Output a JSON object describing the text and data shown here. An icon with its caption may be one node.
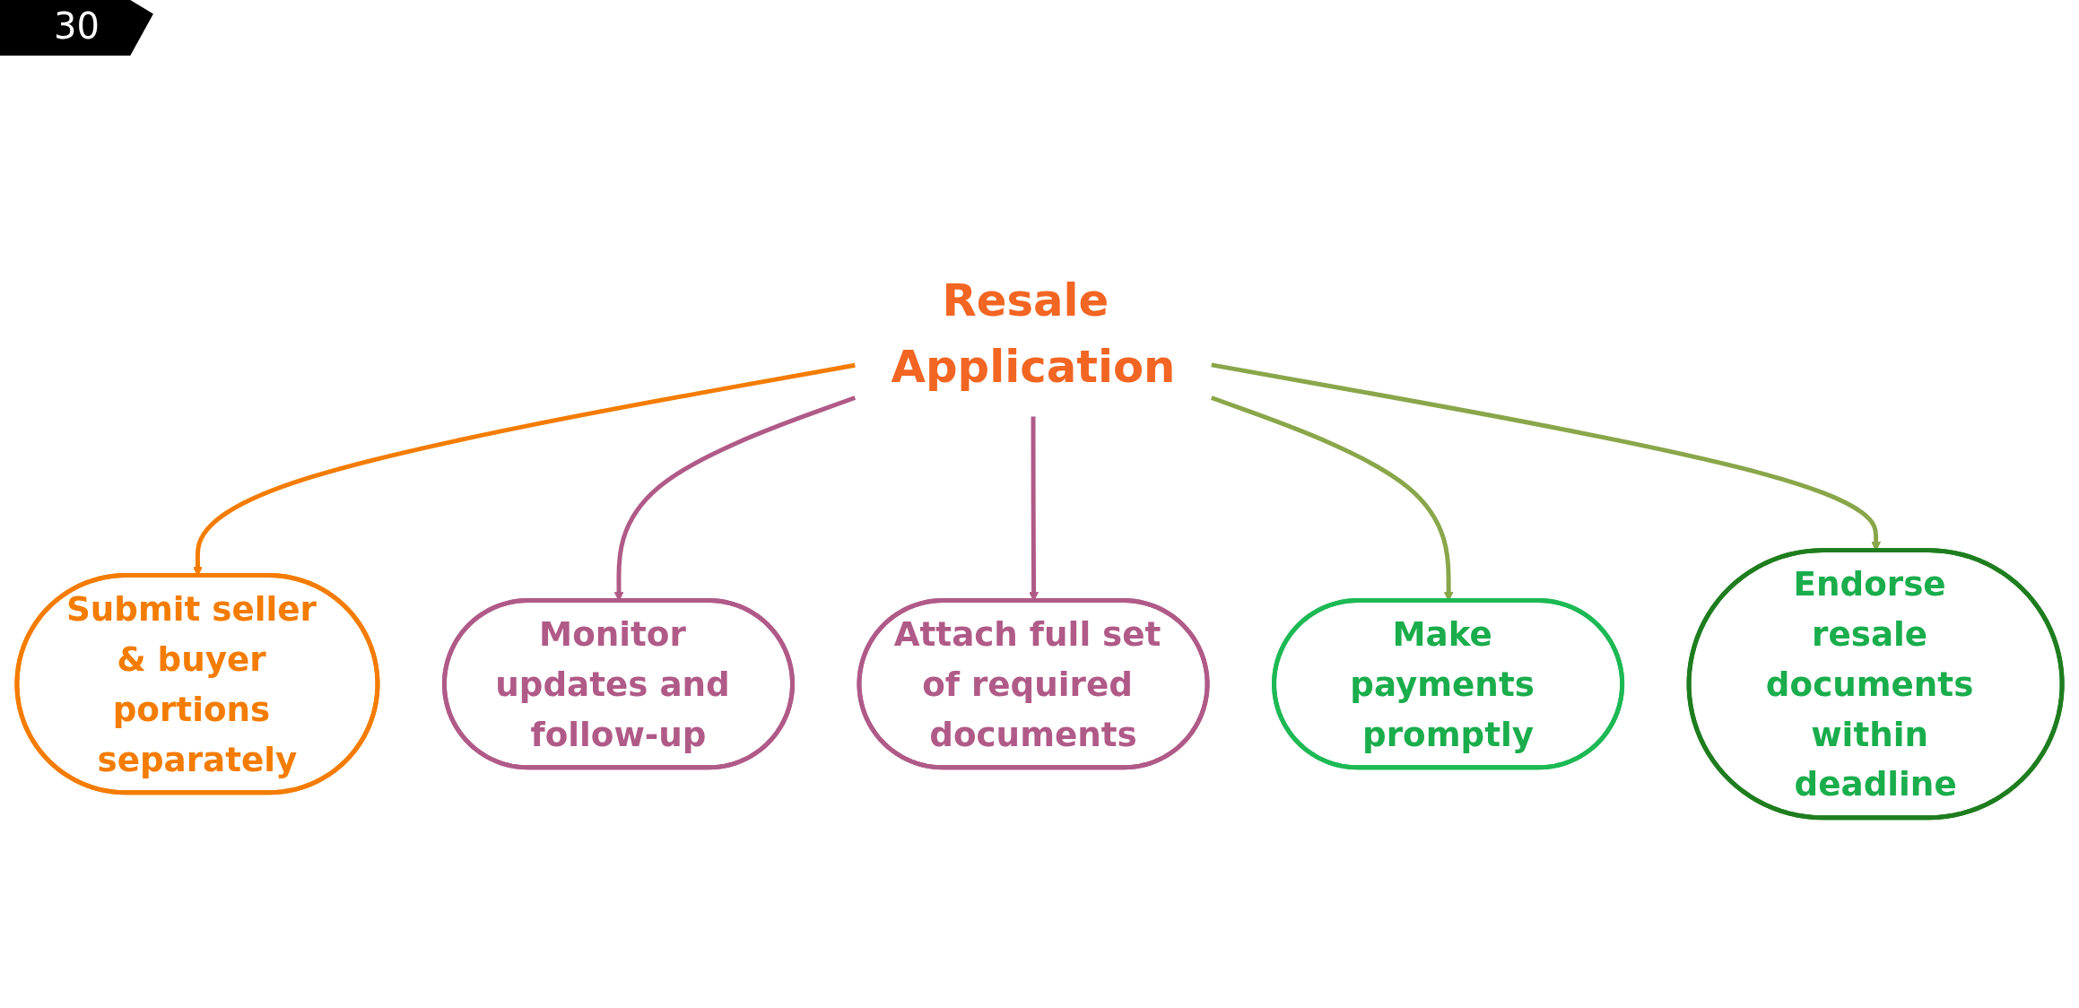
{
  "diagram": {
    "nodes": [
      {
        "text": [
          "Submit seller & buyer portions separately"
        ]
      },
      {
        "text": [
          "Monitor updates and follow-up"
        ]
      },
      {
        "text": [
          "Attach full set of required documents"
        ]
      },
      {
        "text": [
          "Resale Application"
        ]
      },
      {
        "text": [
          "Make payments promptly"
        ]
      },
      {
        "text": [
          "Endorse resale documents within deadline"
        ]
      }
    ],
    "edges": [
      {
        "from": 3,
        "to": 0,
        "arrow": "to",
        "color": "#f47c00"
      },
      {
        "from": 3,
        "to": 1,
        "arrow": "to",
        "color": "#b05a88"
      },
      {
        "from": 3,
        "to": 2,
        "arrow": "to",
        "color": "#b05a88"
      },
      {
        "from": 3,
        "to": 4,
        "arrow": "to",
        "color": "#8aa64a"
      },
      {
        "from": 3,
        "to": 5,
        "arrow": "to",
        "color": "#8aa64a"
      }
    ],
    "labels": [
      "30"
    ]
  }
}
